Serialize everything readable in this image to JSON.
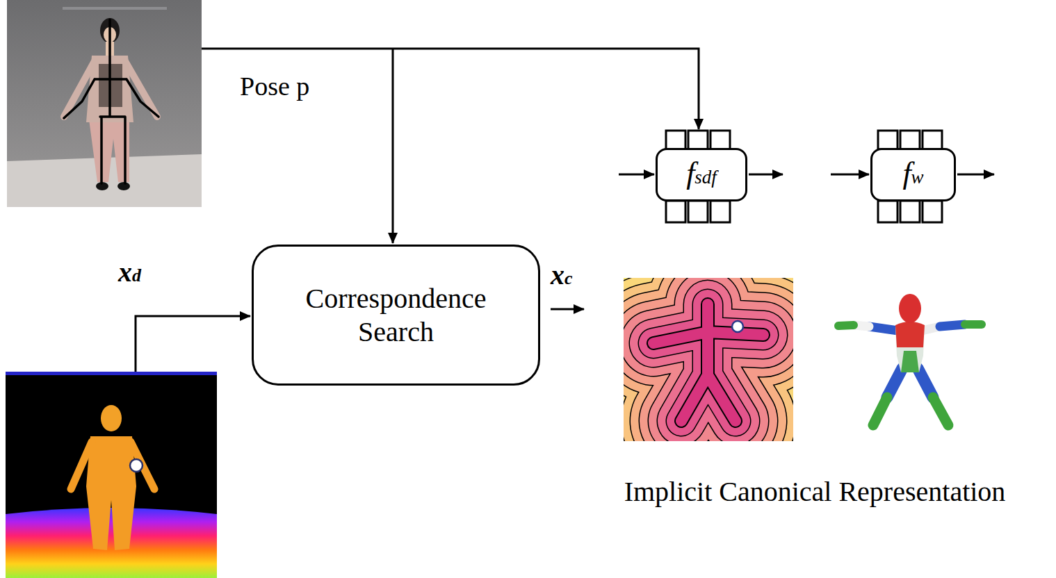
{
  "diagram": {
    "nodes": [
      {
        "text": [
          "Correspondence Search"
        ]
      },
      {
        "text": [
          "fsdf"
        ]
      },
      {
        "text": [
          "fw"
        ]
      }
    ],
    "labels": [
      "Pose p",
      "xd",
      "xc",
      "Implicit Canonical Representation"
    ]
  }
}
